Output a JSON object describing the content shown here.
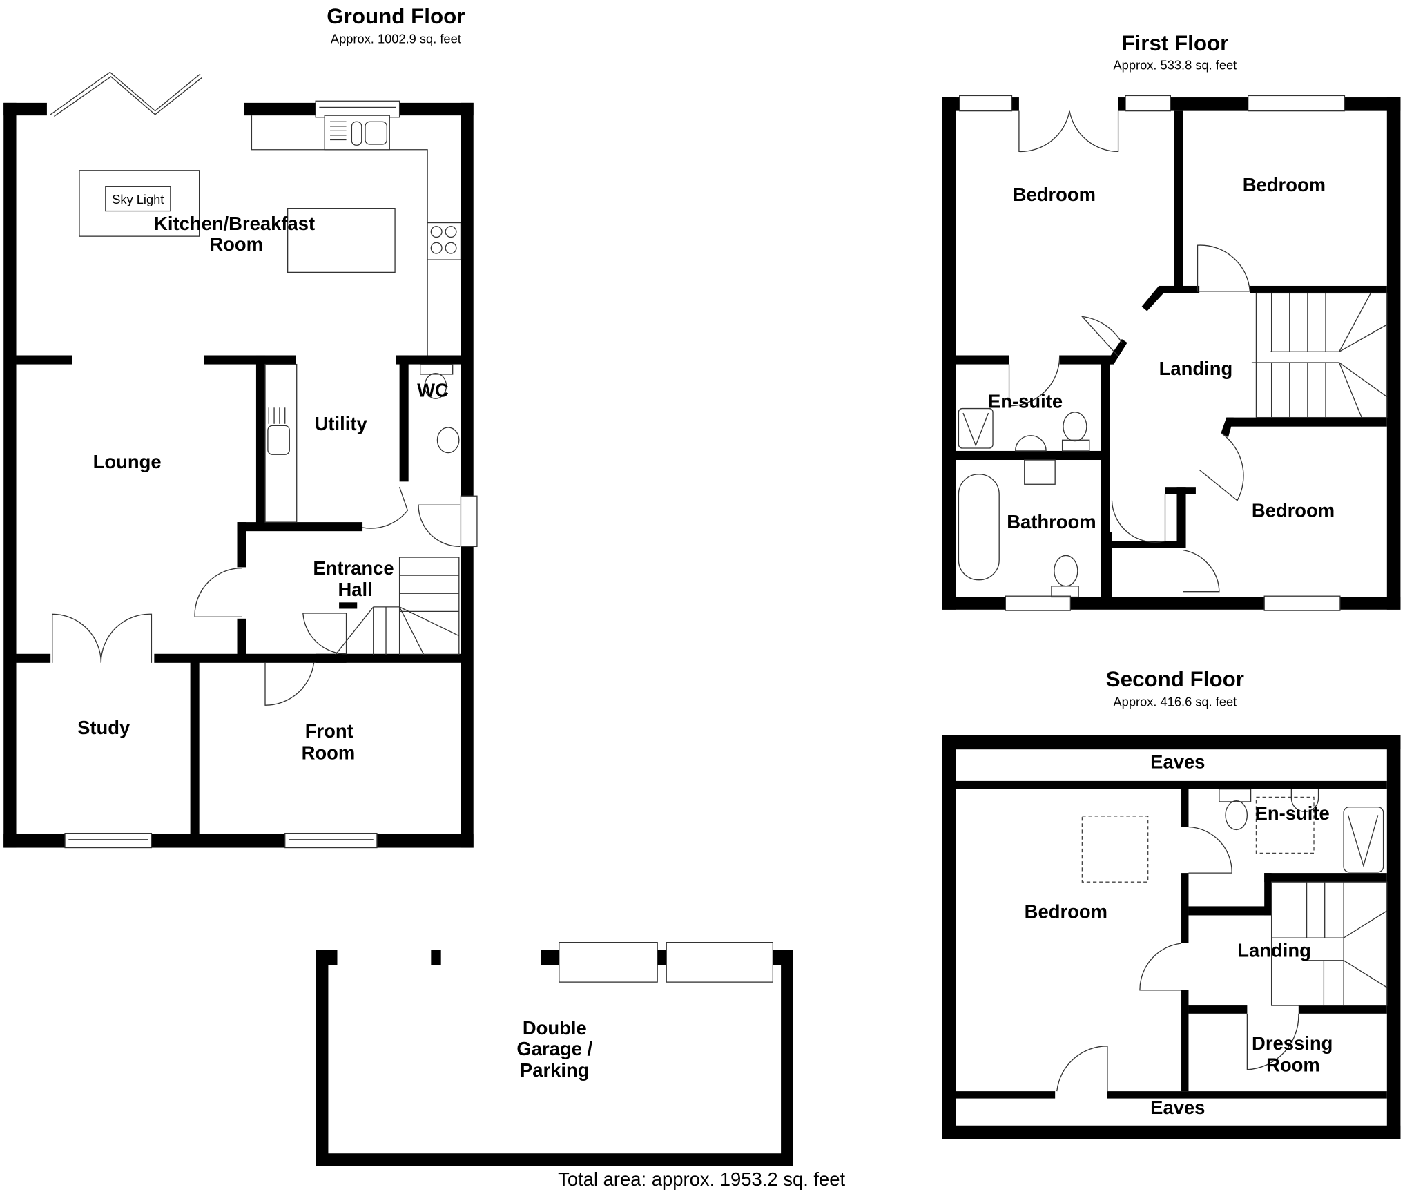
{
  "floors": {
    "ground": {
      "title": "Ground Floor",
      "area": "Approx. 1002.9 sq. feet",
      "rooms": {
        "kitchen_line1": "Kitchen/Breakfast",
        "kitchen_line2": "Room",
        "sky_light": "Sky Light",
        "lounge": "Lounge",
        "utility": "Utility",
        "wc": "WC",
        "entrance_line1": "Entrance",
        "entrance_line2": "Hall",
        "study": "Study",
        "front_line1": "Front",
        "front_line2": "Room"
      }
    },
    "garage": {
      "line1": "Double",
      "line2": "Garage /",
      "line3": "Parking"
    },
    "first": {
      "title": "First Floor",
      "area": "Approx. 533.8 sq. feet",
      "rooms": {
        "bedroom_rear_left": "Bedroom",
        "bedroom_rear_right": "Bedroom",
        "landing": "Landing",
        "ensuite": "En-suite",
        "bathroom": "Bathroom",
        "bedroom_front": "Bedroom"
      }
    },
    "second": {
      "title": "Second Floor",
      "area": "Approx. 416.6 sq. feet",
      "rooms": {
        "eaves_top": "Eaves",
        "bedroom": "Bedroom",
        "ensuite": "En-suite",
        "landing": "Landing",
        "dressing_line1": "Dressing",
        "dressing_line2": "Room",
        "eaves_bottom": "Eaves"
      }
    }
  },
  "total_area": "Total area: approx. 1953.2 sq. feet"
}
